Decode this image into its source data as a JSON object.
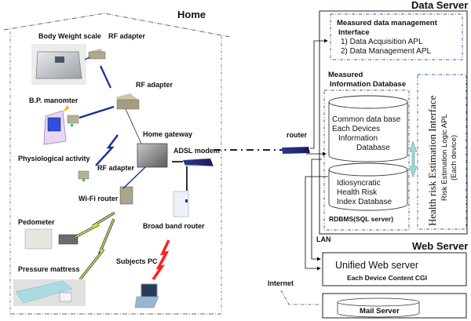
{
  "home": {
    "title": "Home",
    "devices": {
      "body_weight_scale": "Body Weight scale",
      "rf_adapter_1": "RF adapter",
      "rf_adapter_2": "RF adapter",
      "bp_manometer": "B.P. manomter",
      "physiological_activity": "Physiological activity",
      "rf_adapter_3": "RF adapter",
      "home_gateway": "Home gateway",
      "adsl_modem": "ADSL modem",
      "wifi_router": "Wi-Fi router",
      "broadband_router": "Broad band router",
      "pedometer": "Pedometer",
      "pressure_mattress": "Pressure mattress",
      "subjects_pc": "Subjects PC"
    }
  },
  "network": {
    "router": "router",
    "lan": "LAN",
    "internet": "Internet"
  },
  "data_server": {
    "title": "Data Server",
    "interface": {
      "title_line1": "Measured data management",
      "title_line2": "Interface",
      "item1": "1) Data Acquisition APL",
      "item2": "2) Data Management APL"
    },
    "db_section": {
      "title_line1": "Measured",
      "title_line2": "Information Database",
      "common_db": {
        "line1": "Common data base",
        "line2": "Each Devices",
        "line3": "Information",
        "line4": "Database"
      },
      "risk_db": {
        "line1": "Idiosyncratic",
        "line2": "Health  Risk",
        "line3": "Index Database"
      },
      "rdbms": "RDBMS(SQL server)"
    },
    "health_interface": {
      "title": "Health risk Estimation Interface",
      "line1": "Risk Estimation Logic APL",
      "line2": "(Each device)"
    }
  },
  "web_server": {
    "title": "Web Server",
    "name": "Unified Web server",
    "sub": "Each Device Content CGI"
  },
  "mail_server": {
    "name": "Mail Server"
  },
  "colors": {
    "dash_blue": "#3a5f9f",
    "rf_link": "#1a2a9a",
    "wifi_link": "#e8e800",
    "pc_link": "#ff2020",
    "db_arrow": "#9fd8d8"
  }
}
